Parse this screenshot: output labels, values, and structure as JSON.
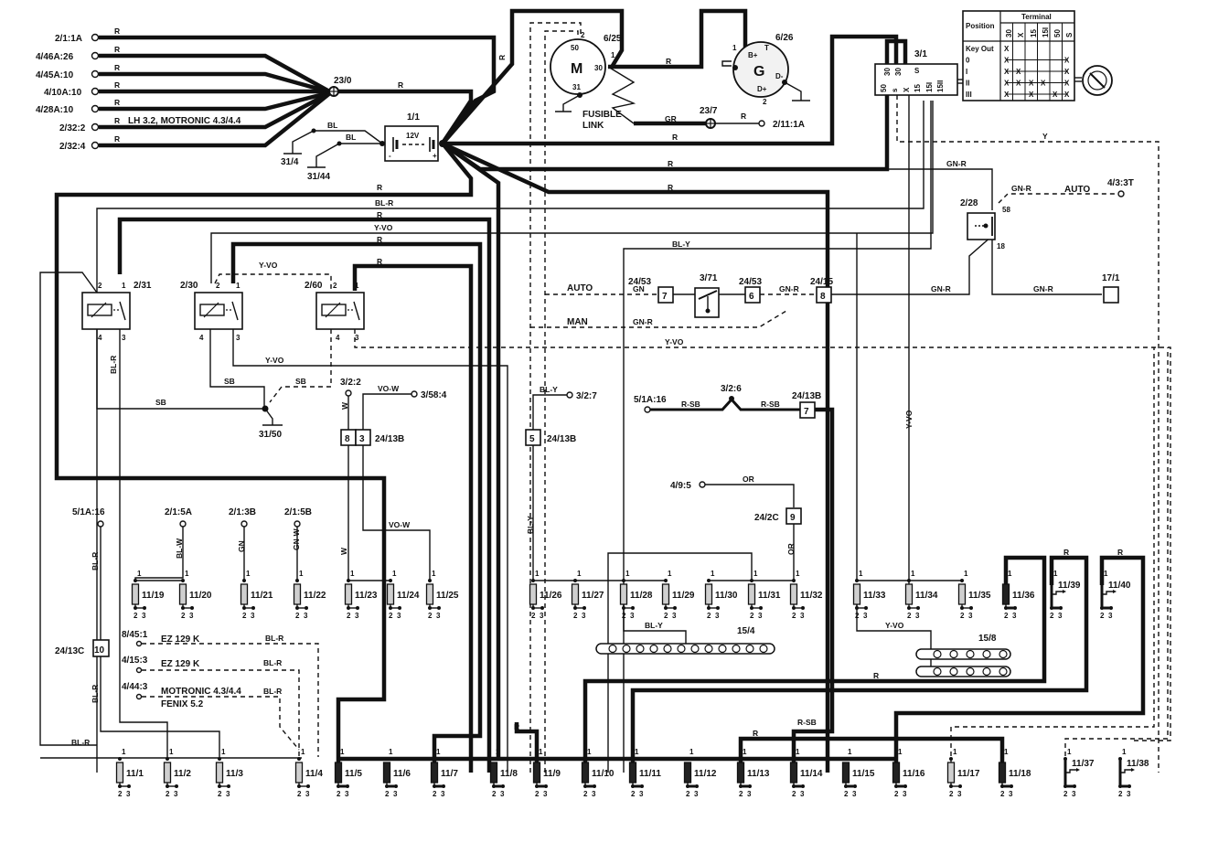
{
  "title": "Power distribution / fuse wiring diagram",
  "sources": [
    {
      "id": "src-2-1-1a",
      "label": "2/1:1A",
      "wire": "R"
    },
    {
      "id": "src-4-46a-26",
      "label": "4/46A:26",
      "wire": "R"
    },
    {
      "id": "src-4-45a-10",
      "label": "4/45A:10",
      "wire": "R"
    },
    {
      "id": "src-4-10a-10",
      "label": "4/10A:10",
      "wire": "R"
    },
    {
      "id": "src-4-28a-10",
      "label": "4/28A:10",
      "wire": "R"
    },
    {
      "id": "src-2-32-2",
      "label": "2/32:2",
      "wire": "R",
      "note": "LH 3.2, MOTRONIC 4.3/4.4"
    },
    {
      "id": "src-2-32-4",
      "label": "2/32:4",
      "wire": "R"
    }
  ],
  "splice_23_0": "23/0",
  "splice_23_0_wire": "R",
  "battery": {
    "id": "1/1",
    "voltage": "12V",
    "neg": "-",
    "pos": "+"
  },
  "grounds": {
    "g1": "31/4",
    "g2": "31/44",
    "g3": "31/50",
    "wire_bl": "BL"
  },
  "starter": {
    "id": "6/25",
    "symbol": "M",
    "t50": "50",
    "t30": "30",
    "t31": "31",
    "p1": "1",
    "p2": "2"
  },
  "fusible_link": {
    "line1": "FUSIBLE",
    "line2": "LINK"
  },
  "alternator": {
    "id": "6/26",
    "symbol": "G",
    "b": "B+",
    "t": "T",
    "dminus": "D-",
    "dplus": "D+",
    "p1": "1",
    "p2": "2"
  },
  "splice_23_7": {
    "id": "23/7",
    "wire_in": "GR",
    "wire_out": "R",
    "dest": "2/11:1A"
  },
  "ignition_switch": {
    "id": "3/1",
    "pins_top": [
      "30",
      "30"
    ],
    "pins_bottom": [
      "50",
      "s",
      "X",
      "15",
      "15I",
      "15II"
    ],
    "pin_s": "S"
  },
  "terminal_table": {
    "header_position": "Position",
    "header_terminal": "Terminal",
    "columns": [
      "30",
      "X",
      "15",
      "15I",
      "50",
      "S"
    ],
    "rows": [
      {
        "pos": "Key Out",
        "marks": [
          "X",
          "",
          "",
          "",
          "",
          ""
        ]
      },
      {
        "pos": "0",
        "marks": [
          "X",
          "",
          "",
          "",
          "",
          "X"
        ]
      },
      {
        "pos": "I",
        "marks": [
          "X",
          "X",
          "",
          "",
          "",
          "X"
        ]
      },
      {
        "pos": "II",
        "marks": [
          "X",
          "X",
          "X",
          "X",
          "",
          "X"
        ]
      },
      {
        "pos": "III",
        "marks": [
          "X",
          "",
          "X",
          "",
          "X",
          "X"
        ]
      }
    ]
  },
  "wire_labels": {
    "r": "R",
    "bl_r": "BL-R",
    "y_vo": "Y-VO",
    "sb": "SB",
    "gn_r": "GN-R",
    "y": "Y",
    "bl_y": "BL-Y",
    "gn": "GN",
    "vo_w": "VO-W",
    "w": "W",
    "r_sb": "R-SB",
    "or": "OR",
    "bl_w": "BL-W",
    "gn_w": "GN-W",
    "gr": "GR"
  },
  "relays": [
    {
      "id": "2/31",
      "p1": "1",
      "p2": "2",
      "p3": "3",
      "p4": "4"
    },
    {
      "id": "2/30",
      "p1": "1",
      "p2": "2",
      "p3": "3",
      "p4": "4"
    },
    {
      "id": "2/60",
      "p1": "1",
      "p2": "2",
      "p3": "3",
      "p4": "4"
    }
  ],
  "auto_man": {
    "auto": "AUTO",
    "man": "MAN"
  },
  "connectors": {
    "c24_53a": {
      "id": "24/53",
      "pin": "7"
    },
    "c3_71": {
      "id": "3/71"
    },
    "c24_53b": {
      "id": "24/53",
      "pin": "6"
    },
    "c24_15": {
      "id": "24/15",
      "pin": "8"
    },
    "c2_28": {
      "id": "2/28",
      "p58": "58",
      "p18": "18"
    },
    "c4_3_3t": {
      "id": "4/3:3T",
      "label": "AUTO"
    },
    "c17_1": {
      "id": "17/1"
    },
    "c24_13b_a": {
      "id": "24/13B",
      "pins": [
        "8",
        "3"
      ]
    },
    "c24_13b_b": {
      "id": "24/13B",
      "pin": "5"
    },
    "c24_13b_c": {
      "id": "24/13B",
      "pin": "7"
    },
    "c24_13c": {
      "id": "24/13C",
      "pin": "10"
    },
    "c24_2c": {
      "id": "24/2C",
      "pin": "9"
    },
    "c3_2_2": "3/2:2",
    "c3_58_4": "3/58:4",
    "c3_2_7": "3/2:7",
    "c3_2_6": "3/2:6",
    "c5_1a_16a": "5/1A:16",
    "c5_1a_16b": "5/1A:16",
    "c4_9_5": "4/9:5",
    "c2_1_5a": "2/1:5A",
    "c2_1_3b": "2/1:3B",
    "c2_1_5b": "2/1:5B"
  },
  "ecu_sources": [
    {
      "pin": "8/45:1",
      "name": "EZ 129 K",
      "wire": "BL-R"
    },
    {
      "pin": "4/15:3",
      "name": "EZ 129 K",
      "wire": "BL-R"
    },
    {
      "pin": "4/44:3",
      "name": "MOTRONIC 4.3/4.4",
      "name2": "FENIX 5.2",
      "wire": "BL-R"
    }
  ],
  "buses": {
    "b15_4": "15/4",
    "b15_8": "15/8"
  },
  "fuse_pin_labels": {
    "p1": "1",
    "p2": "2",
    "p3": "3"
  },
  "fuses_row_bottom": [
    "11/1",
    "11/2",
    "11/3",
    "11/4",
    "11/5",
    "11/6",
    "11/7",
    "11/8",
    "11/9",
    "11/10",
    "11/11",
    "11/12",
    "11/13",
    "11/14",
    "11/15",
    "11/16",
    "11/17",
    "11/18",
    "11/37",
    "11/38"
  ],
  "fuses_row_mid": [
    "11/19",
    "11/20",
    "11/21",
    "11/22",
    "11/23",
    "11/24",
    "11/25",
    "11/26",
    "11/27",
    "11/28",
    "11/29",
    "11/30",
    "11/31",
    "11/32",
    "11/33",
    "11/34",
    "11/35",
    "11/36",
    "11/39",
    "11/40"
  ]
}
